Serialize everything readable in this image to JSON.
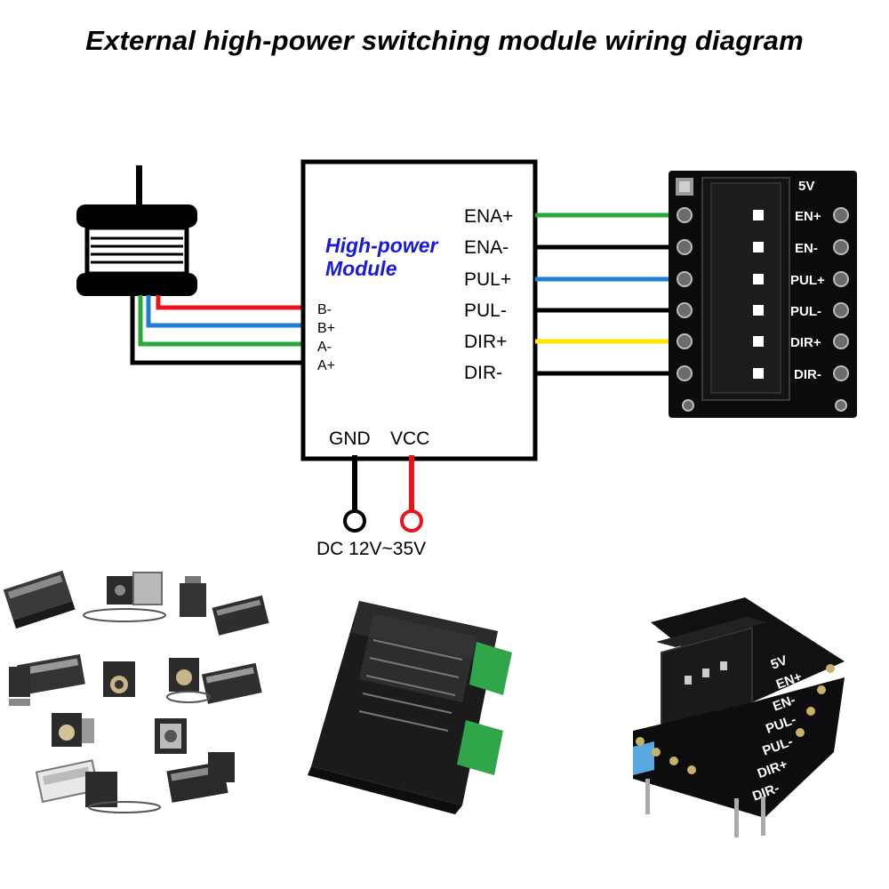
{
  "title": "External high-power switching module wiring diagram",
  "module": {
    "name_line1": "High-power",
    "name_line2": "Module",
    "motor_pins": [
      "B-",
      "B+",
      "A-",
      "A+"
    ],
    "signal_pins": [
      "ENA+",
      "ENA-",
      "PUL+",
      "PUL-",
      "DIR+",
      "DIR-"
    ],
    "power_pins": [
      "GND",
      "VCC"
    ]
  },
  "power_supply": "DC 12V~35V",
  "adapter_board": {
    "voltage": "5V",
    "pins": [
      "EN+",
      "EN-",
      "PUL+",
      "PUL-",
      "DIR+",
      "DIR-"
    ]
  },
  "photo_adapter": {
    "voltage": "5V",
    "pins": [
      "EN+",
      "EN-",
      "PUL-",
      "PUL-",
      "DIR+",
      "DIR-"
    ]
  },
  "colors": {
    "red": "#e8141c",
    "blue": "#1e7fd4",
    "green": "#2aa73a",
    "yellow": "#ffe600",
    "black": "#000000",
    "module_text": "#1a1ad6"
  }
}
